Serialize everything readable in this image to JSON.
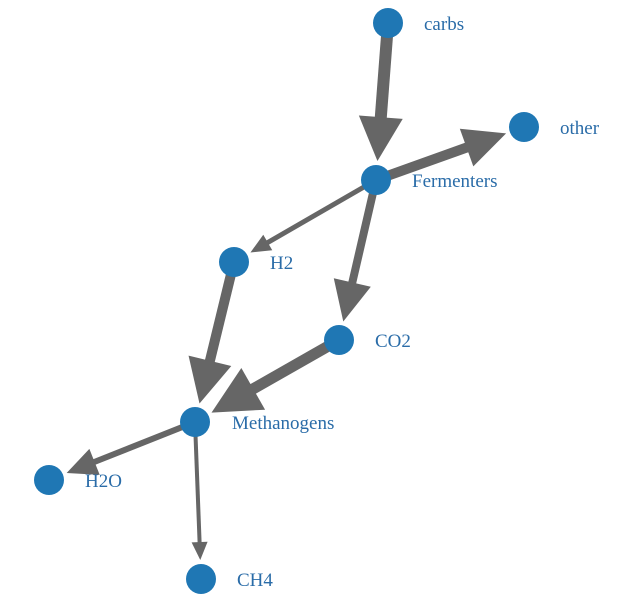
{
  "colors": {
    "node": "#1f77b4",
    "edge": "#666666",
    "label": "#2a6ca8",
    "background": "#ffffff"
  },
  "nodes": [
    {
      "id": "carbs",
      "label": "carbs"
    },
    {
      "id": "other",
      "label": "other"
    },
    {
      "id": "fermenters",
      "label": "Fermenters"
    },
    {
      "id": "h2",
      "label": "H2"
    },
    {
      "id": "co2",
      "label": "CO2"
    },
    {
      "id": "methanogens",
      "label": "Methanogens"
    },
    {
      "id": "h2o",
      "label": "H2O"
    },
    {
      "id": "ch4",
      "label": "CH4"
    }
  ],
  "edges": [
    {
      "from": "carbs",
      "to": "fermenters"
    },
    {
      "from": "fermenters",
      "to": "other"
    },
    {
      "from": "fermenters",
      "to": "h2"
    },
    {
      "from": "fermenters",
      "to": "co2"
    },
    {
      "from": "h2",
      "to": "methanogens"
    },
    {
      "from": "co2",
      "to": "methanogens"
    },
    {
      "from": "methanogens",
      "to": "h2o"
    },
    {
      "from": "methanogens",
      "to": "ch4"
    }
  ]
}
